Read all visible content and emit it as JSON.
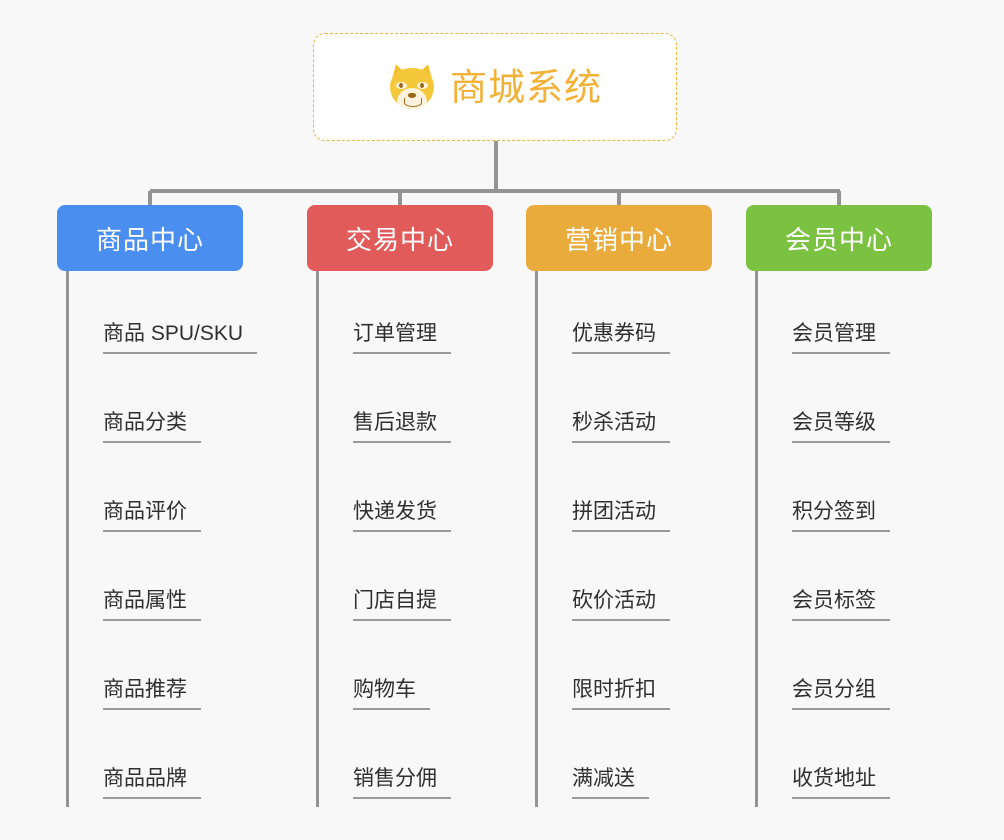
{
  "diagram": {
    "type": "mindmap",
    "background_color": "#f8f8f8",
    "root": {
      "title": "商城系统",
      "icon": "dog-face-icon",
      "text_color": "#f2b137",
      "border_color": "#f0b43c",
      "background_color": "#ffffff"
    },
    "connector_color": "#949494",
    "branches": [
      {
        "label": "商品中心",
        "color": "#4a8ef0",
        "items": [
          "商品 SPU/SKU",
          "商品分类",
          "商品评价",
          "商品属性",
          "商品推荐",
          "商品品牌"
        ]
      },
      {
        "label": "交易中心",
        "color": "#e25b5b",
        "items": [
          "订单管理",
          "售后退款",
          "快递发货",
          "门店自提",
          "购物车",
          "销售分佣"
        ]
      },
      {
        "label": "营销中心",
        "color": "#e9ab3c",
        "items": [
          "优惠券码",
          "秒杀活动",
          "拼团活动",
          "砍价活动",
          "限时折扣",
          "满减送"
        ]
      },
      {
        "label": "会员中心",
        "color": "#7cc242",
        "items": [
          "会员管理",
          "会员等级",
          "积分签到",
          "会员标签",
          "会员分组",
          "收货地址"
        ]
      }
    ]
  }
}
